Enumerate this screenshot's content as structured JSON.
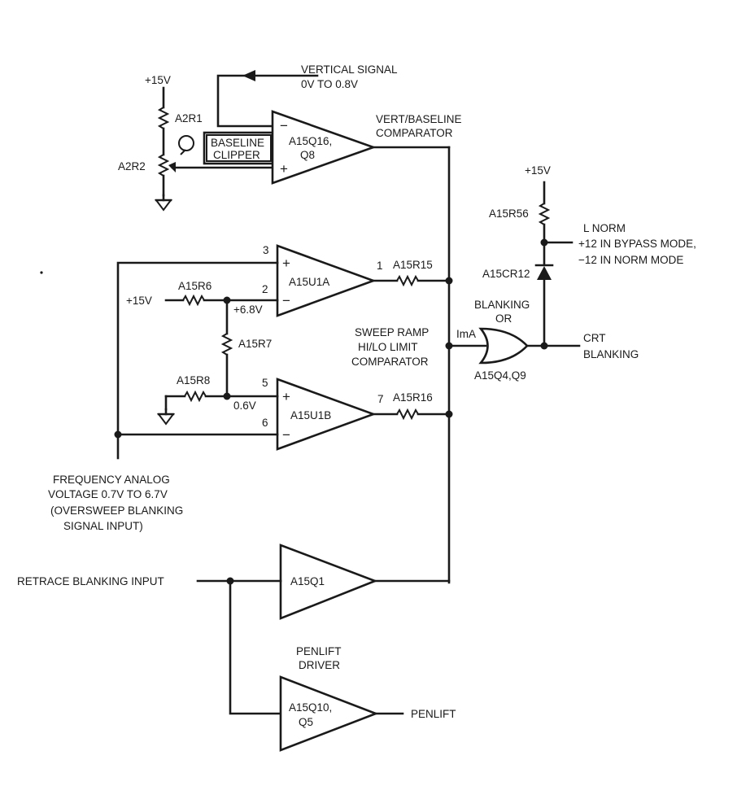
{
  "labels": {
    "plus15_top": "+15V",
    "a2r1": "A2R1",
    "a2r2": "A2R2",
    "vertical_signal_1": "VERTICAL SIGNAL",
    "vertical_signal_2": "0V TO 0.8V",
    "baseline_clipper_1": "BASELINE",
    "baseline_clipper_2": "CLIPPER",
    "q16_1": "A15Q16,",
    "q16_2": "Q8",
    "vert_baseline_1": "VERT/BASELINE",
    "vert_baseline_2": "COMPARATOR",
    "plus15_right": "+15V",
    "a15r56": "A15R56",
    "l_norm": "L NORM",
    "bypass_mode": "+12 IN BYPASS MODE,",
    "norm_mode": "−12 IN NORM MODE",
    "a15cr12": "A15CR12",
    "pin3": "3",
    "pin2": "2",
    "pin1": "1",
    "pin5": "5",
    "pin6": "6",
    "pin7": "7",
    "u1a": "A15U1A",
    "u1b": "A15U1B",
    "a15r15": "A15R15",
    "a15r16": "A15R16",
    "a15r6": "A15R6",
    "a15r7": "A15R7",
    "a15r8": "A15R8",
    "plus15_left": "+15V",
    "v68": "+6.8V",
    "v06": "0.6V",
    "blanking_or_1": "BLANKING",
    "blanking_or_2": "OR",
    "sweep_1": "SWEEP RAMP",
    "sweep_2": "HI/LO LIMIT",
    "sweep_3": "COMPARATOR",
    "ima": "ImA",
    "q4q9": "A15Q4,Q9",
    "crt_1": "CRT",
    "crt_2": "BLANKING",
    "freq_1": "FREQUENCY ANALOG",
    "freq_2": "VOLTAGE 0.7V TO 6.7V",
    "freq_3": "(OVERSWEEP BLANKING",
    "freq_4": "SIGNAL INPUT)",
    "retrace": "RETRACE BLANKING INPUT",
    "q1": "A15Q1",
    "penlift_driver_1": "PENLIFT",
    "penlift_driver_2": "DRIVER",
    "q10_1": "A15Q10,",
    "q10_2": "Q5",
    "penlift": "PENLIFT",
    "plus": "+",
    "minus": "−"
  }
}
